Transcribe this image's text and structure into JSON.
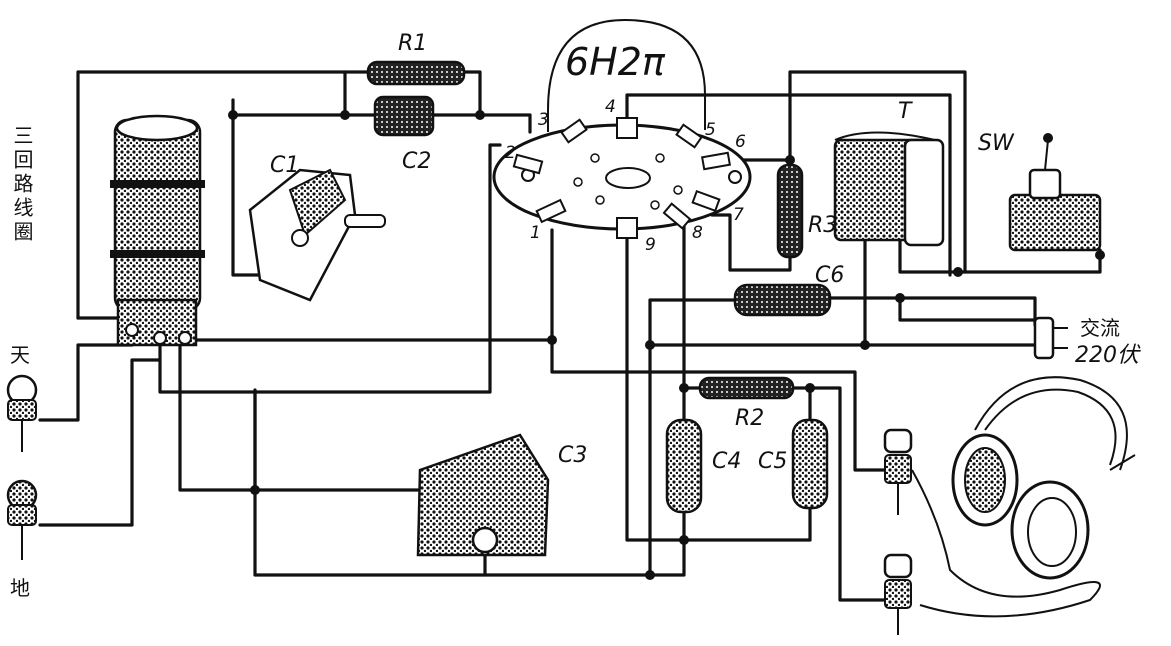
{
  "tube_label": "6H2π",
  "coil_label": "三回路线圈",
  "antenna_label": "天",
  "ground_label": "地",
  "mains_label": "交流",
  "mains_voltage_label": "220伏",
  "components": {
    "r1": "R1",
    "c2": "C2",
    "c1": "C1",
    "c3": "C3",
    "t": "T",
    "sw": "SW",
    "r3": "R3",
    "c6": "C6",
    "r2": "R2",
    "c4": "C4",
    "c5": "C5"
  },
  "pins": [
    "1",
    "2",
    "3",
    "4",
    "5",
    "6",
    "7",
    "8",
    "9"
  ],
  "colors": {
    "ink": "#111111",
    "paper": "#ffffff"
  }
}
